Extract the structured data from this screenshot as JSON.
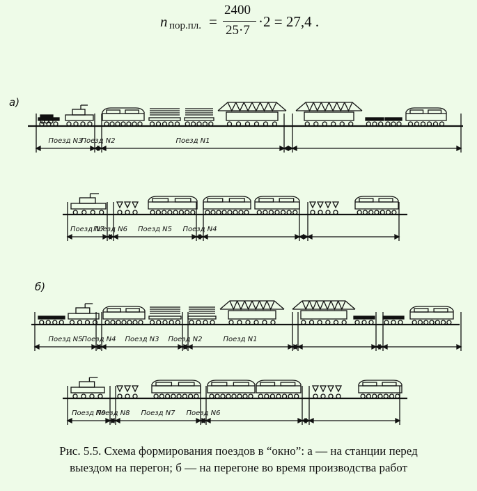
{
  "formula": {
    "lhs_symbol": "n",
    "lhs_subscript": "пор.пл.",
    "numerator": "2400",
    "denominator": "25·7",
    "tail": "·2 = 27,4 ."
  },
  "part_labels": [
    "а)",
    "б)"
  ],
  "trains": {
    "a_row1": [
      "Поезд N3",
      "Поезд N2",
      "Поезд N1"
    ],
    "a_row2": [
      "Поезд N7",
      "Поезд N6",
      "Поезд N5",
      "Поезд N4"
    ],
    "b_row1": [
      "Поезд N5",
      "Поезд N4",
      "Поезд N3",
      "Поезд N2",
      "Поезд N1"
    ],
    "b_row2": [
      "Поезд N9",
      "Поезд N8",
      "Поезд N7",
      "Поезд N6"
    ]
  },
  "caption": {
    "line1": "Рис. 5.5. Схема формирования поездов в “окно”: а — на станции перед",
    "line2": "выездом на перегон; б — на перегоне во время производства работ"
  }
}
